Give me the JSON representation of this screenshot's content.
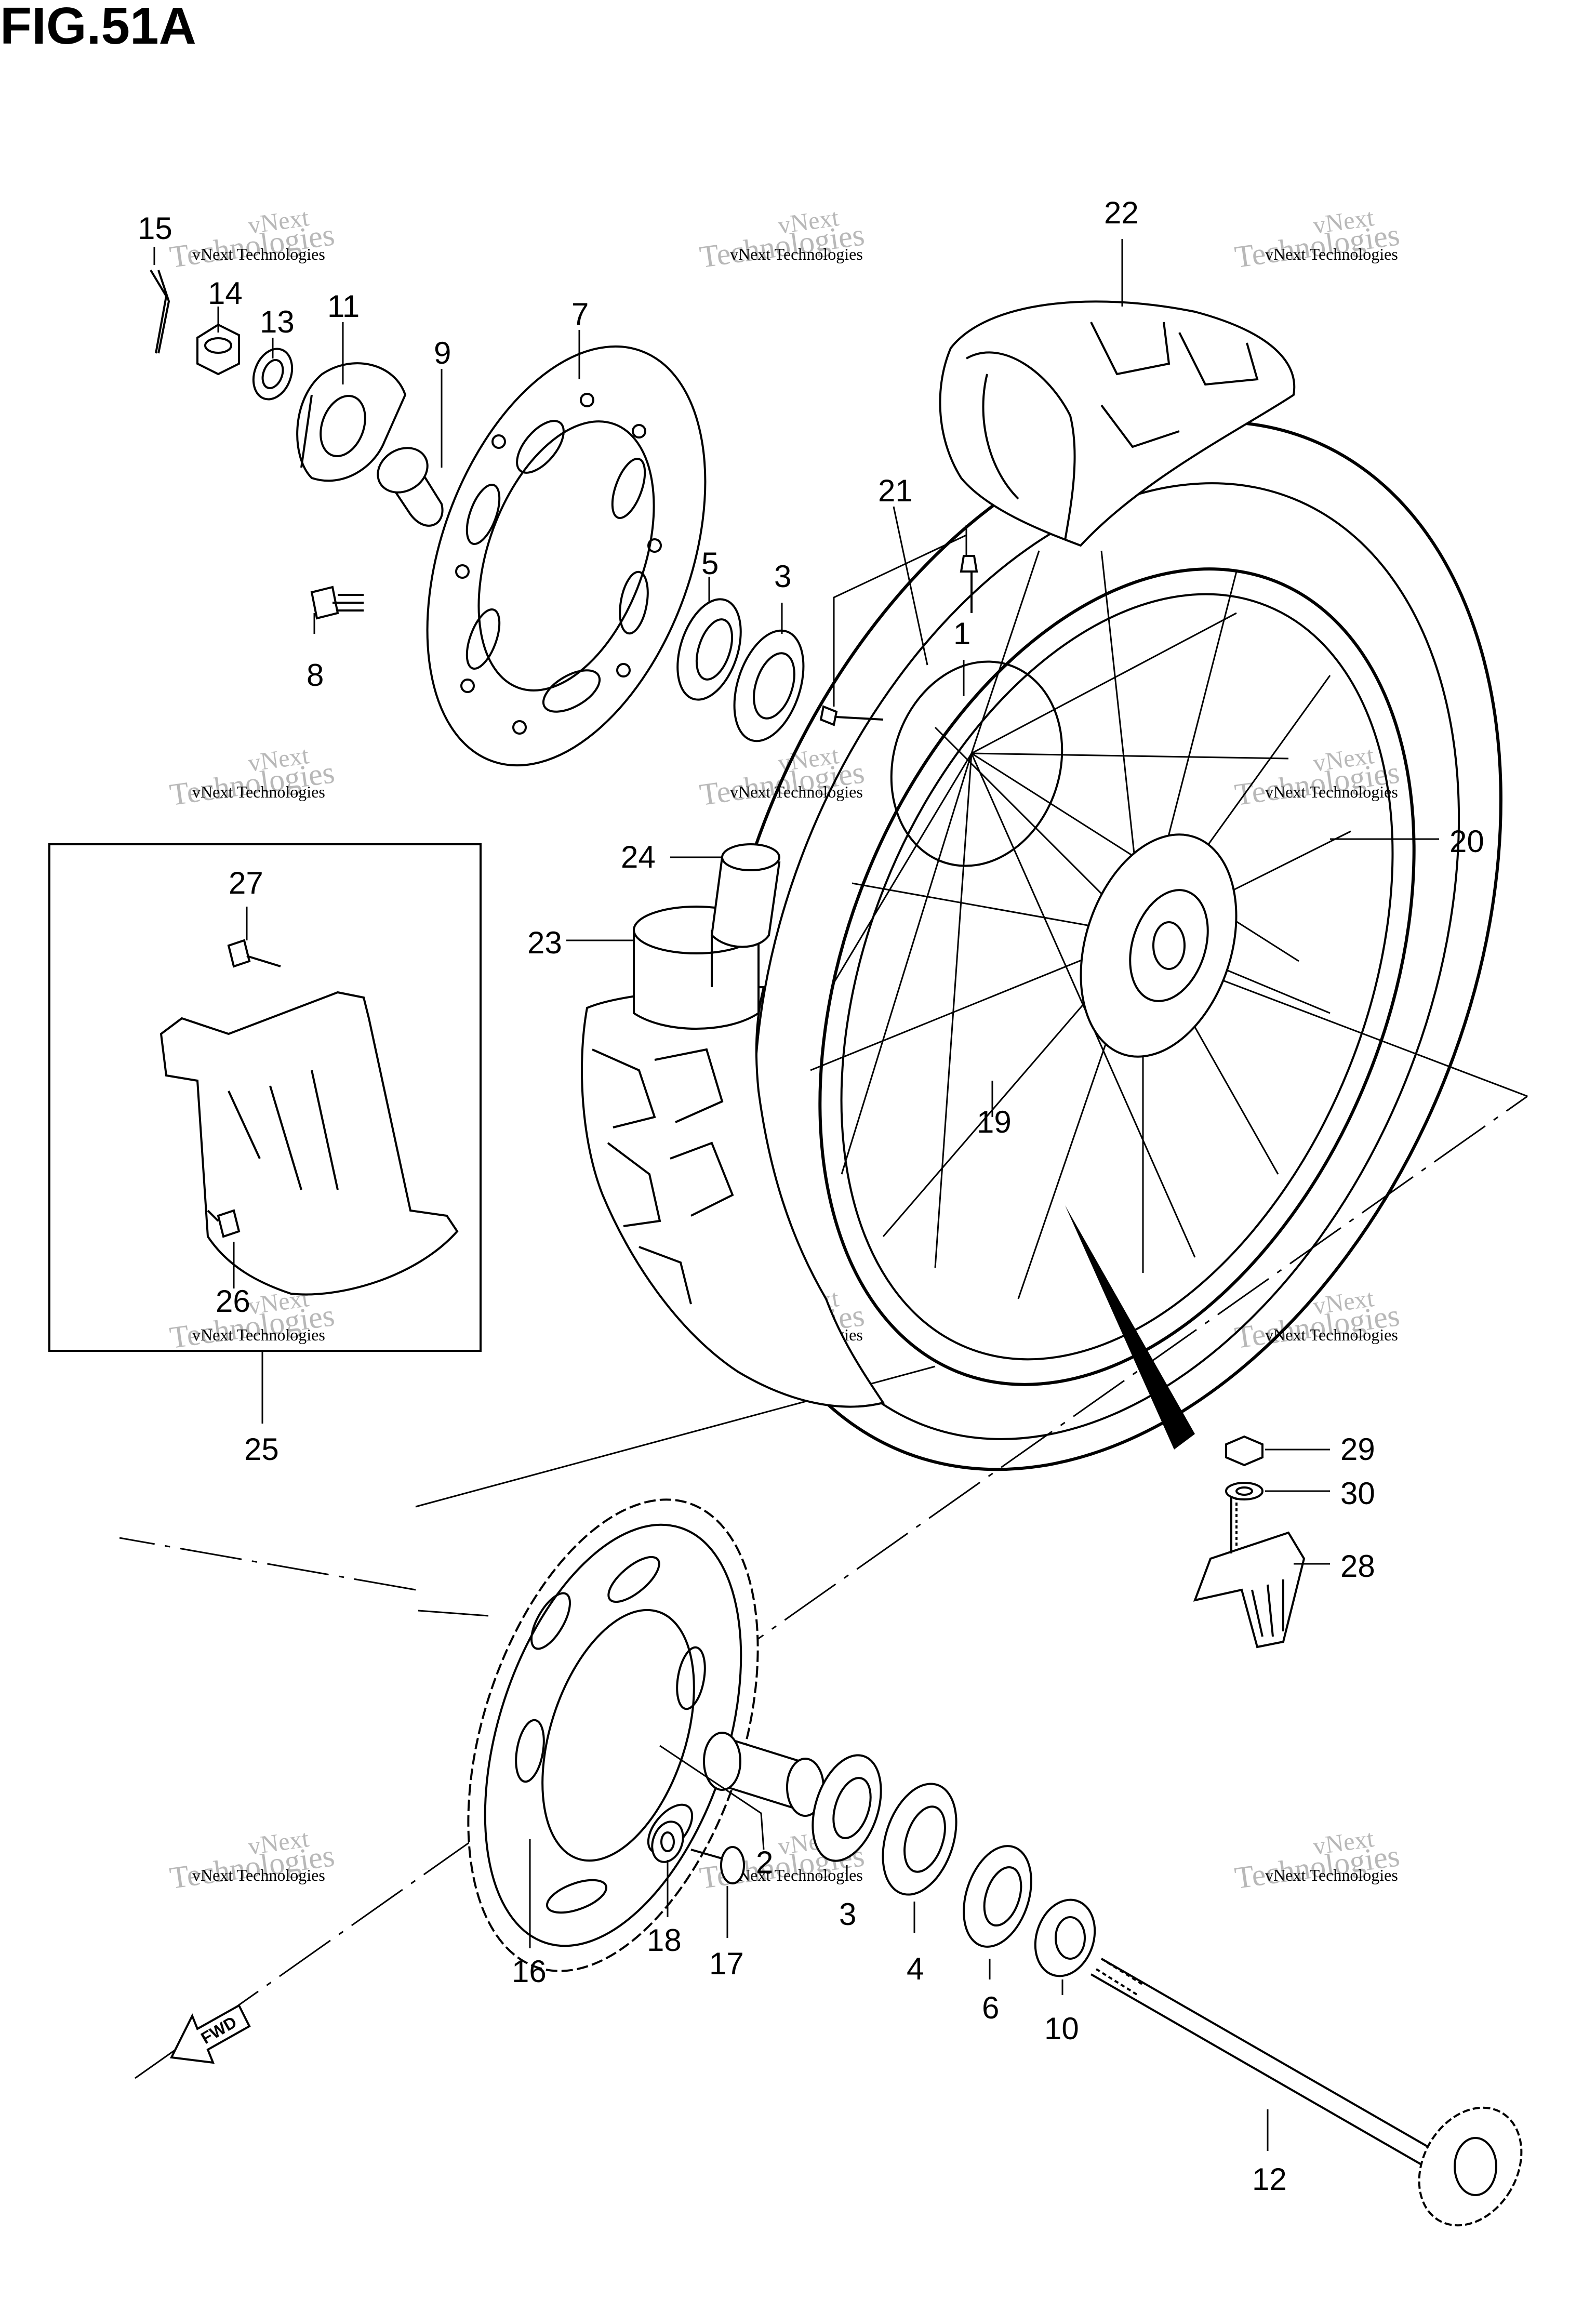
{
  "figure": {
    "title": "FIG.51A"
  },
  "fwd_label": "FWD",
  "watermark": {
    "line1": "vNext",
    "line2": "Technologies",
    "small": "vNext Technologies"
  },
  "callouts": {
    "c1": "1",
    "c2": "2",
    "c3a": "3",
    "c3b": "3",
    "c4": "4",
    "c5": "5",
    "c6": "6",
    "c7": "7",
    "c8": "8",
    "c9": "9",
    "c10": "10",
    "c11": "11",
    "c12": "12",
    "c13": "13",
    "c14": "14",
    "c15": "15",
    "c16": "16",
    "c17": "17",
    "c18": "18",
    "c19": "19",
    "c20": "20",
    "c21": "21",
    "c22": "22",
    "c23": "23",
    "c24": "24",
    "c25": "25",
    "c26": "26",
    "c27": "27",
    "c28": "28",
    "c29": "29",
    "c30": "30"
  }
}
